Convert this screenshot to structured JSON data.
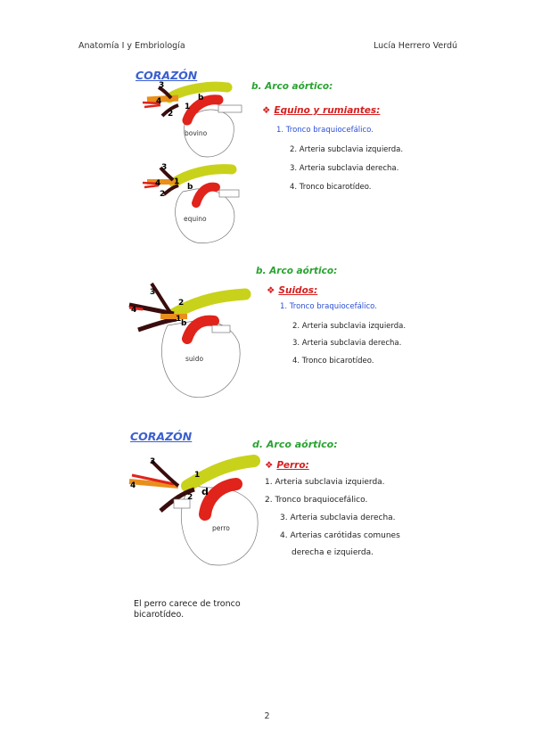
{
  "header": {
    "left": "Anatomía I y Embriología",
    "right": "Lucía Herrero Verdú"
  },
  "slide1": {
    "title": "CORAZÓN",
    "section": "b. Arco aórtico:",
    "species_label": "Equino y rumiantes:",
    "items": [
      "1. Tronco braquiocefálico.",
      "2. Arteria subclavia izquierda.",
      "3. Arteria subclavia derecha.",
      "4. Tronco bicarotídeo."
    ],
    "heart_labels": {
      "top": "bovino",
      "bottom": "equino"
    },
    "num_labels": [
      "1",
      "2",
      "3",
      "4",
      "b"
    ]
  },
  "slide2": {
    "section": "b. Arco aórtico:",
    "species_label": "Suidos:",
    "items": [
      "1. Tronco braquiocefálico.",
      "2. Arteria subclavia izquierda.",
      "3. Arteria subclavia derecha.",
      "4. Tronco bicarotídeo."
    ],
    "heart_label": "suido"
  },
  "slide3": {
    "title": "CORAZÓN",
    "section": "d. Arco aórtico:",
    "species_label": "Perro:",
    "items": [
      "1. Arteria subclavia izquierda.",
      "2. Tronco braquiocefálico.",
      "3. Arteria subclavia derecha.",
      "4. Arterias carótidas comunes",
      "derecha e izquierda."
    ],
    "heart_label": "perro",
    "note": "El perro carece de tronco bicarotídeo."
  },
  "page_number": "2",
  "colors": {
    "yellow": "#c9d21a",
    "orange": "#e98f1c",
    "red": "#e0231b",
    "dark": "#3a0d0d",
    "blue": "#2b4fd6",
    "green": "#2aa332"
  }
}
